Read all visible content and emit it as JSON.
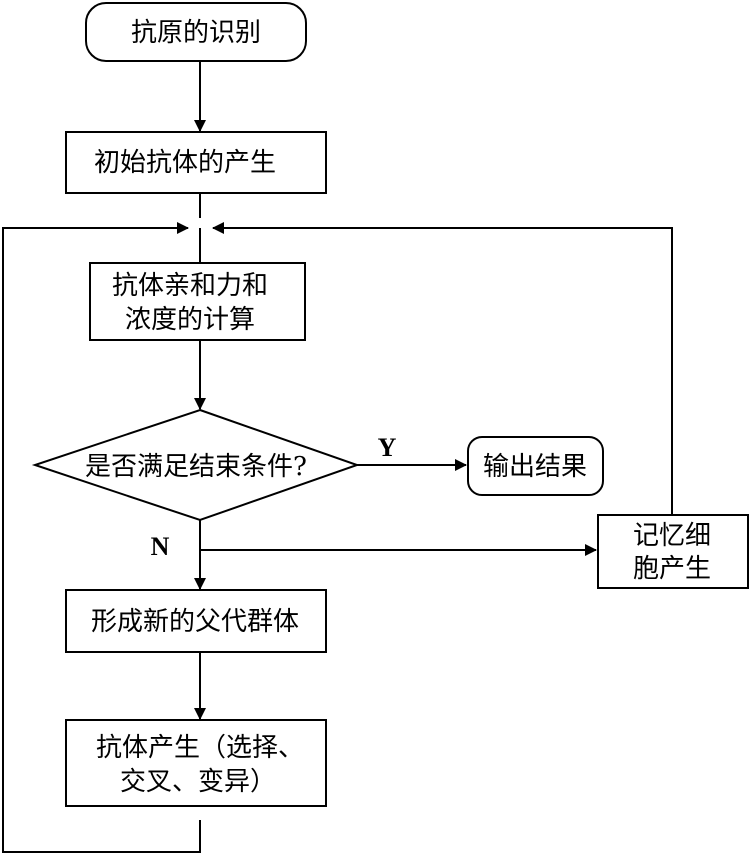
{
  "diagram": {
    "nodes": {
      "start": {
        "label": "抗原的识别",
        "shape": "rounded"
      },
      "init_antibody": {
        "label": "初始抗体的产生",
        "shape": "rect"
      },
      "affinity": {
        "lines": [
          "抗体亲和力和",
          "浓度的计算"
        ],
        "shape": "rect"
      },
      "decision": {
        "label": "是否满足结束条件?",
        "shape": "diamond"
      },
      "output": {
        "label": "输出结果",
        "shape": "rounded"
      },
      "memory": {
        "lines": [
          "记忆细",
          "胞产生"
        ],
        "shape": "rect"
      },
      "new_population": {
        "label": "形成新的父代群体",
        "shape": "rect"
      },
      "antibody_gen": {
        "lines": [
          "抗体产生（选择、",
          "交叉、变异）"
        ],
        "shape": "rect"
      }
    },
    "edge_labels": {
      "yes": "Y",
      "no": "N"
    },
    "colors": {
      "stroke": "#000000",
      "fill": "#ffffff"
    }
  }
}
